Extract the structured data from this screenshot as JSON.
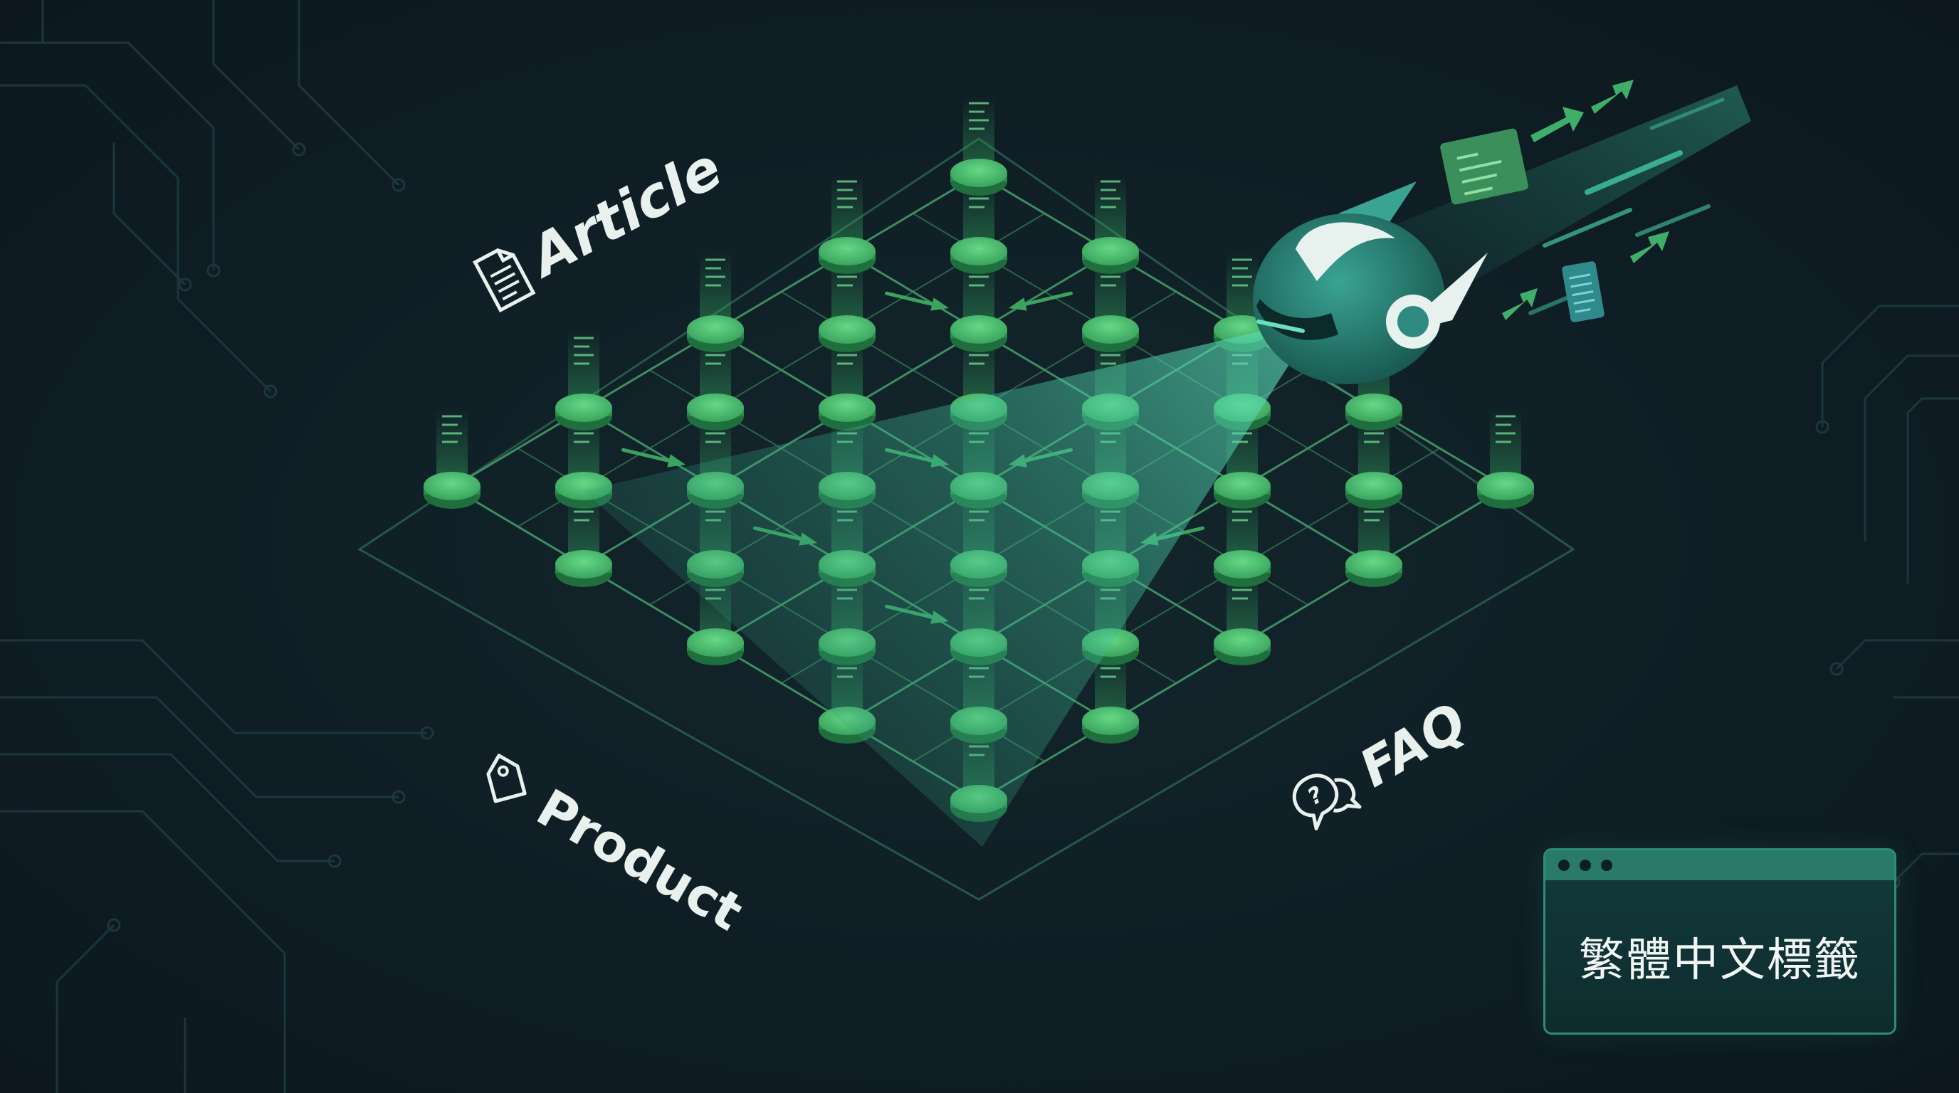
{
  "labels": {
    "article": "Article",
    "product": "Product",
    "faq": "FAQ"
  },
  "tag_window": {
    "text": "繁體中文標籤"
  },
  "icons": {
    "article": "document-icon",
    "product": "price-tag-icon",
    "faq": "chat-bubbles-icon",
    "robot": "robot-scanner-icon"
  },
  "colors": {
    "background": "#0f1d24",
    "node": "#3dae62",
    "grid_line": "#3d8d63",
    "accent": "#2e8d79",
    "beam": "#43c7a4",
    "text": "#e9f1ef"
  }
}
